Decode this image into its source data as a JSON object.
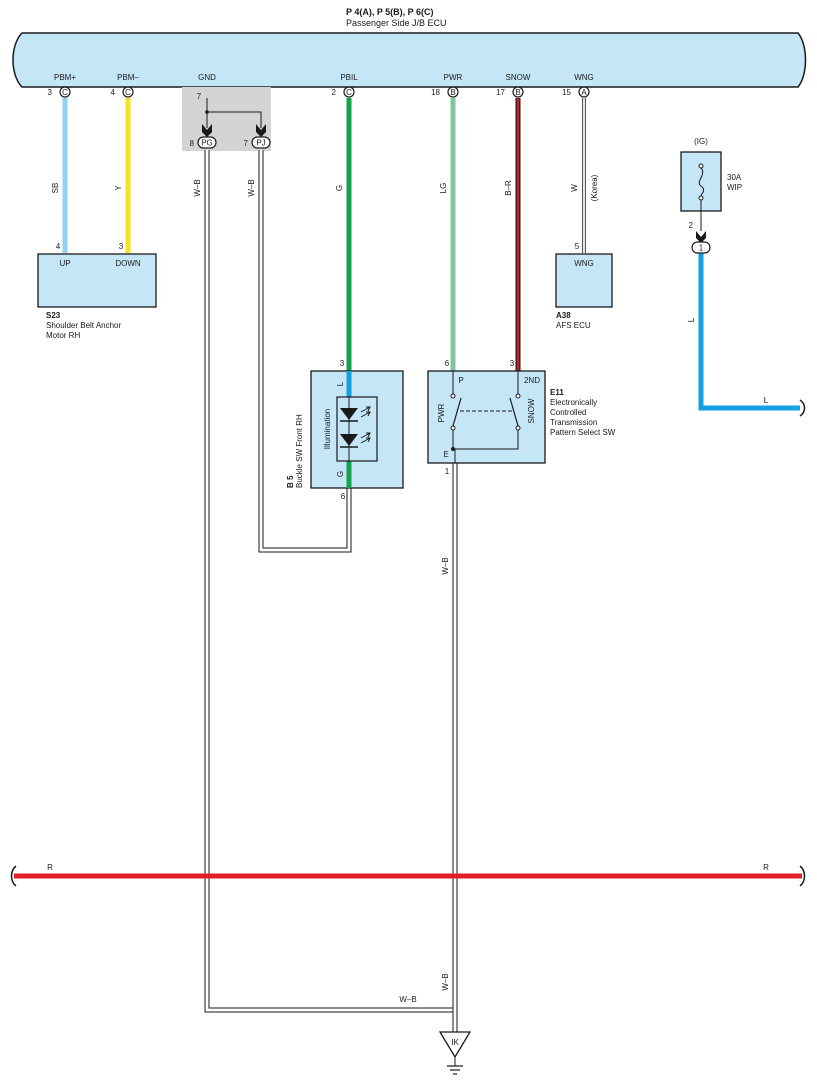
{
  "title": {
    "connector_ids": "P 4(A), P 5(B), P 6(C)",
    "subtitle": "Passenger Side J/B ECU"
  },
  "ecu_pins": [
    {
      "name": "PBM+",
      "pin": "3",
      "conn": "C"
    },
    {
      "name": "PBM–",
      "pin": "4",
      "conn": "C"
    },
    {
      "name": "GND",
      "pin": "7",
      "conn": ""
    },
    {
      "name": "PBIL",
      "pin": "2",
      "conn": "C"
    },
    {
      "name": "PWR",
      "pin": "18",
      "conn": "B"
    },
    {
      "name": "SNOW",
      "pin": "17",
      "conn": "B"
    },
    {
      "name": "WNG",
      "pin": "15",
      "conn": "A"
    }
  ],
  "ground_connectors": [
    {
      "pin": "8",
      "label": "PG"
    },
    {
      "pin": "7",
      "label": "PJ"
    }
  ],
  "wires": {
    "sb": "SB",
    "y": "Y",
    "wb": "W–B",
    "g": "G",
    "lg": "LG",
    "br": "B–R",
    "w": "W",
    "korea": "(Korea)",
    "l": "L",
    "r": "R"
  },
  "wire_colors": {
    "SB": "#8fd3f2",
    "Y": "#f7e21b",
    "G": "#14a24a",
    "LG": "#7fc79a",
    "B-R": "#c82027",
    "L": "#14a0e0",
    "R": "#e31e24",
    "W-B": "#ffffff",
    "ecu_band": "#c5e6f7",
    "component_fill": "#c5e6f7"
  },
  "s23": {
    "pin_up": "4",
    "pin_down": "3",
    "label_up": "UP",
    "label_down": "DOWN",
    "code": "S23",
    "name_line1": "Shoulder Belt Anchor",
    "name_line2": "Motor RH"
  },
  "a38": {
    "pin": "5",
    "label": "WNG",
    "code": "A38",
    "name": "AFS ECU"
  },
  "fuse": {
    "ig": "(IG)",
    "amp": "30A",
    "name": "WIP",
    "pin": "2",
    "conn_pin": "1"
  },
  "b5": {
    "pin_top": "3",
    "pin_bottom": "6",
    "l_label": "L",
    "g_label": "G",
    "illum": "Illumination",
    "code": "B 5",
    "name": "Buckle SW Front RH"
  },
  "e11": {
    "pin_p": "6",
    "pin_2nd": "3",
    "pin_e": "1",
    "p_label": "P",
    "nd_label": "2ND",
    "pwr_label": "PWR",
    "snow_label": "SNOW",
    "e_label": "E",
    "code": "E11",
    "name_line1": "Electronically",
    "name_line2": "Controlled",
    "name_line3": "Transmission",
    "name_line4": "Pattern Select SW"
  },
  "ground_point": "IK"
}
